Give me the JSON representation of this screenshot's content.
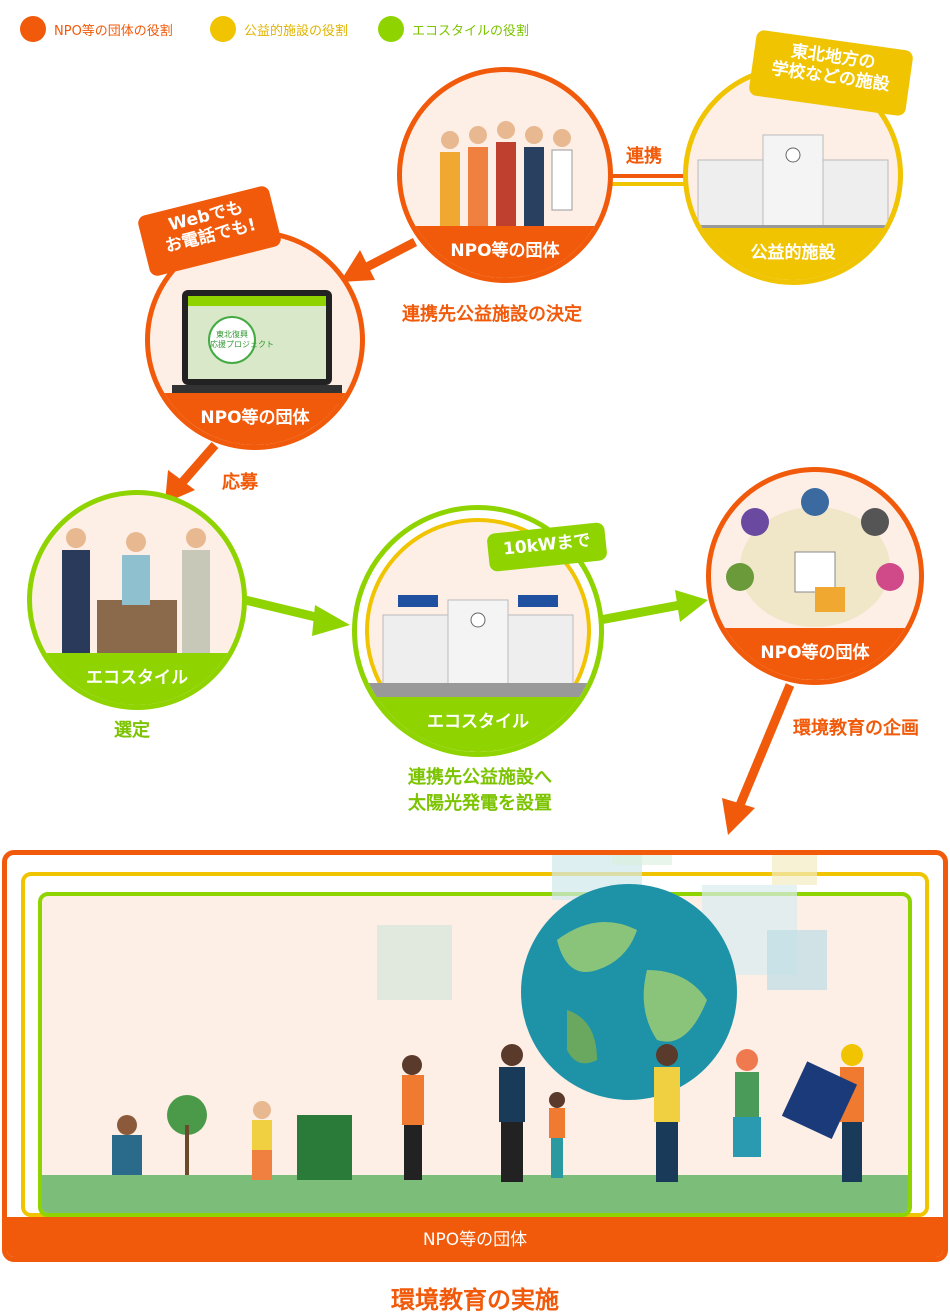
{
  "colors": {
    "npo": "#f15a0a",
    "facility": "#f0c400",
    "ecostyle": "#8fd400",
    "pink": "#fdeee6"
  },
  "legend": [
    {
      "label": "NPO等の団体の役割",
      "color": "#f15a0a"
    },
    {
      "label": "公益的施設の役割",
      "color": "#f0c400"
    },
    {
      "label": "エコスタイルの役割",
      "color": "#8fd400"
    }
  ],
  "npo_top": {
    "banner": "NPO等の団体"
  },
  "facility": {
    "banner": "公益的施設",
    "bubble": "東北地方の\n学校などの施設"
  },
  "link_label": "連携",
  "decision_label": "連携先公益施設の決定",
  "apply": {
    "banner": "NPO等の団体",
    "bubble": "Webでも\nお電話でも!",
    "screen_logo": "東北復興\n応援プロジェクト",
    "step_label": "応募"
  },
  "select": {
    "banner": "エコスタイル",
    "step_label": "選定"
  },
  "solar": {
    "banner": "エコスタイル",
    "bubble": "10kWまで",
    "step_label_1": "連携先公益施設へ",
    "step_label_2": "太陽光発電を設置"
  },
  "plan": {
    "banner": "NPO等の団体",
    "step_label": "環境教育の企画"
  },
  "implementation": {
    "banner": "NPO等の団体",
    "title": "環境教育の実施"
  }
}
